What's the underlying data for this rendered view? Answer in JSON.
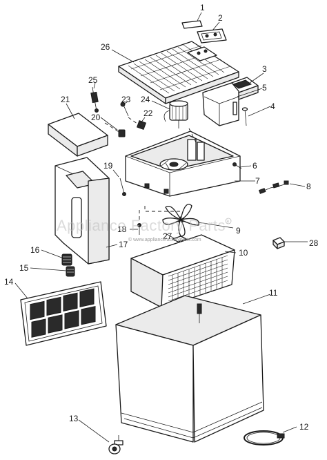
{
  "diagram": {
    "callouts": [
      "1",
      "2",
      "3",
      "4",
      "5",
      "6",
      "7",
      "8",
      "9",
      "10",
      "11",
      "12",
      "13",
      "14",
      "15",
      "16",
      "17",
      "18",
      "19",
      "20",
      "21",
      "22",
      "23",
      "24",
      "25",
      "26",
      "27",
      "28"
    ],
    "watermark": {
      "brand": "Appliance Factory Parts",
      "url": "© www.appliancefactoryparts.com",
      "mark": "registered-mark"
    }
  }
}
